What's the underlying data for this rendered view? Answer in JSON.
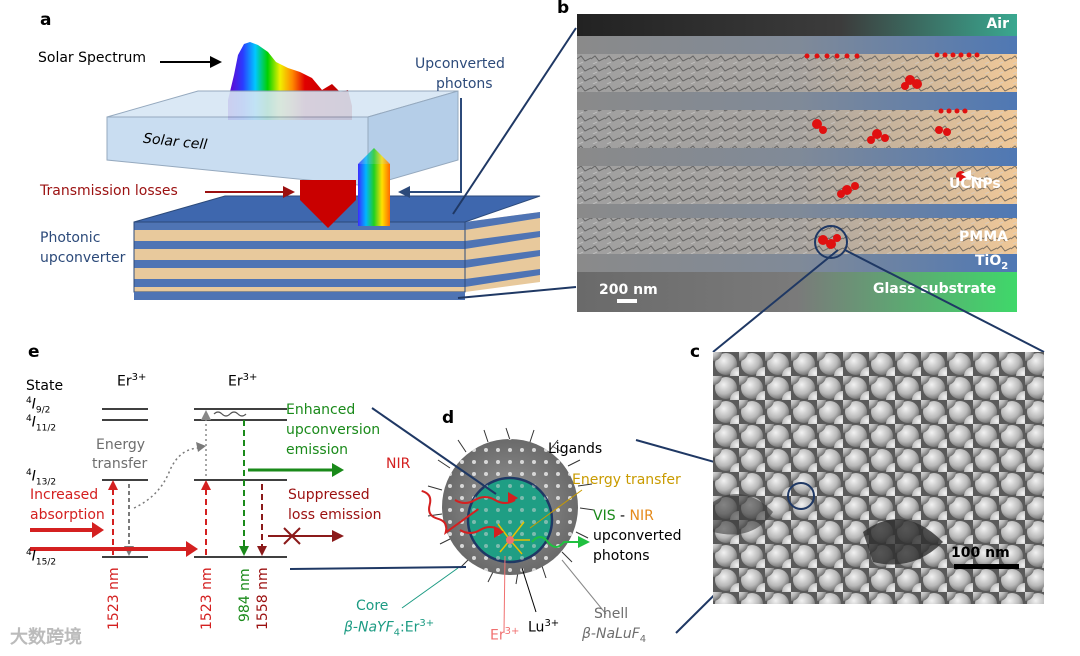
{
  "panels": {
    "a": "a",
    "b": "b",
    "c": "c",
    "d": "d",
    "e": "e"
  },
  "panel_a": {
    "solar_spectrum": "Solar Spectrum",
    "solar_cell": "Solar cell",
    "upconverted_photons": [
      "Upconverted",
      "photons"
    ],
    "transmission_losses": "Transmission losses",
    "photonic_upconverter": [
      "Photonic",
      "upconverter"
    ]
  },
  "panel_b": {
    "air": "Air",
    "ucnps": "UCNPs",
    "pmma": "PMMA",
    "tio2": "TiO",
    "tio2_sub": "2",
    "glass": "Glass substrate",
    "scale": "200 nm"
  },
  "panel_c": {
    "scale": "100 nm"
  },
  "panel_d": {
    "ligands": "Ligands",
    "nir": "NIR",
    "energy_transfer": "Energy transfer",
    "vis": "VIS",
    "dash": " - ",
    "nir2": "NIR",
    "upconverted": [
      "upconverted",
      "photons"
    ],
    "core": "Core",
    "core_formula": "β-NaYF",
    "core_sub": "4",
    "core_suffix": ":Er",
    "core_sup": "3+",
    "er": "Er",
    "er_sup": "3+",
    "lu": "Lu",
    "lu_sup": "3+",
    "shell": "Shell",
    "shell_formula": "β-NaLuF",
    "shell_sub": "4"
  },
  "panel_e": {
    "state": "State",
    "er_left": "Er",
    "er_right": "Er",
    "er_sup": "3+",
    "levels": [
      {
        "pre": "4",
        "main": "I",
        "sub": "9/2"
      },
      {
        "pre": "4",
        "main": "I",
        "sub": "11/2"
      },
      {
        "pre": "4",
        "main": "I",
        "sub": "13/2"
      },
      {
        "pre": "4",
        "main": "I",
        "sub": "15/2"
      }
    ],
    "energy_transfer": [
      "Energy",
      "transfer"
    ],
    "increased_absorption": [
      "Increased",
      "absorption"
    ],
    "enhanced": [
      "Enhanced",
      "upconversion",
      "emission"
    ],
    "suppressed": [
      "Suppressed",
      "loss emission"
    ],
    "wl": [
      "1523 nm",
      "1523 nm",
      "984 nm",
      "1558 nm"
    ]
  },
  "watermark": "大数跨境",
  "colors": {
    "blue_label": "#2c4a7a",
    "dark_red": "#9b1010",
    "red": "#d42020",
    "green": "#1a8a1a",
    "teal": "#1c9b83",
    "tio2_layer": "#5d7fb0",
    "pmma_layer": "#e9c9a0"
  }
}
